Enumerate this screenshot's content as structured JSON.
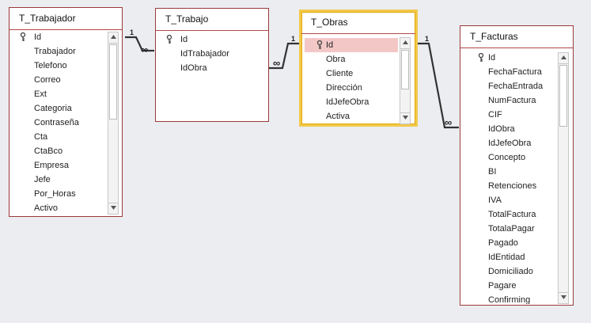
{
  "tables": [
    {
      "title": "T_Trabajador",
      "fields": [
        "Id",
        "Trabajador",
        "Telefono",
        "Correo",
        "Ext",
        "Categoria",
        "Contraseña",
        "Cta",
        "CtaBco",
        "Empresa",
        "Jefe",
        "Por_Horas",
        "Activo"
      ]
    },
    {
      "title": "T_Trabajo",
      "fields": [
        "Id",
        "IdTrabajador",
        "IdObra"
      ]
    },
    {
      "title": "T_Obras",
      "fields": [
        "Id",
        "Obra",
        "Cliente",
        "Dirección",
        "IdJefeObra",
        "Activa"
      ]
    },
    {
      "title": "T_Facturas",
      "fields": [
        "Id",
        "FechaFactura",
        "FechaEntrada",
        "NumFactura",
        "CIF",
        "IdObra",
        "IdJefeObra",
        "Concepto",
        "BI",
        "Retenciones",
        "IVA",
        "TotalFactura",
        "TotalaPagar",
        "Pagado",
        "IdEntidad",
        "Domiciliado",
        "Pagare",
        "Confirming"
      ]
    }
  ],
  "relationships": [
    {
      "one": "1",
      "many": "∞"
    },
    {
      "one": "1",
      "many": "∞"
    },
    {
      "one": "1",
      "many": "∞"
    }
  ],
  "colors": {
    "border": "#9c3a3a",
    "selected_border": "#f2c94c",
    "highlight": "#f4c7c7",
    "background": "#ebedf1"
  }
}
